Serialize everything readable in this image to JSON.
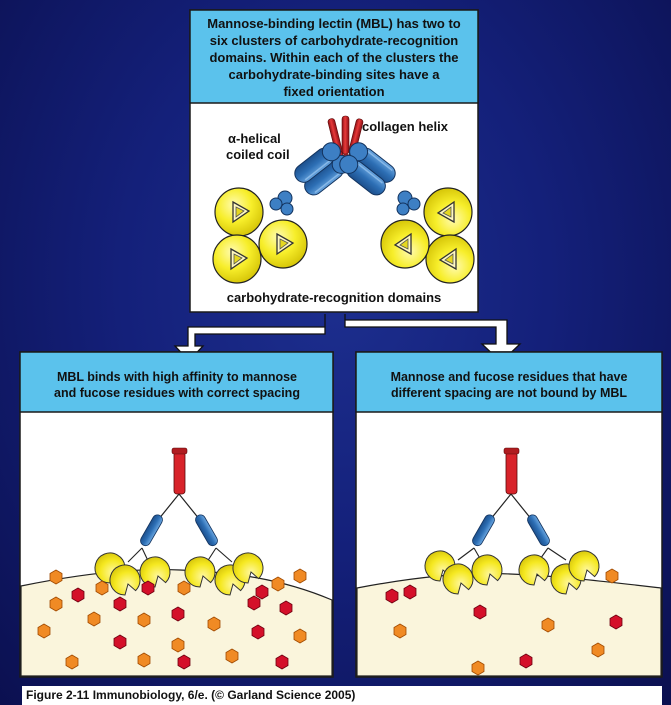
{
  "top_panel": {
    "header_lines": [
      "Mannose-binding lectin (MBL) has two to",
      "six clusters of carbohydrate-recognition",
      "domains. Within each of the clusters the",
      "carbohydrate-binding sites have a",
      "fixed orientation"
    ],
    "label_alpha": "α-helical",
    "label_coiled": "coiled coil",
    "label_collagen": "collagen helix",
    "label_crd": "carbohydrate-recognition domains"
  },
  "left_panel": {
    "header_lines": [
      "MBL binds with high affinity to mannose",
      "and fucose residues with correct spacing"
    ]
  },
  "right_panel": {
    "header_lines": [
      "Mannose and fucose residues that have",
      "different spacing are not bound by MBL"
    ]
  },
  "caption": "Figure 2-11  Immunobiology, 6/e. (© Garland Science 2005)",
  "colors": {
    "background": "#14207a",
    "header_blue": "#5bc2ec",
    "helix_blue": "#2d6fb5",
    "collagen_red": "#d8232a",
    "domain_yellow": "#f7ee2a",
    "surface": "#faf5dc",
    "mannose_orange": "#f08a24",
    "fucose_red": "#d4102a"
  }
}
